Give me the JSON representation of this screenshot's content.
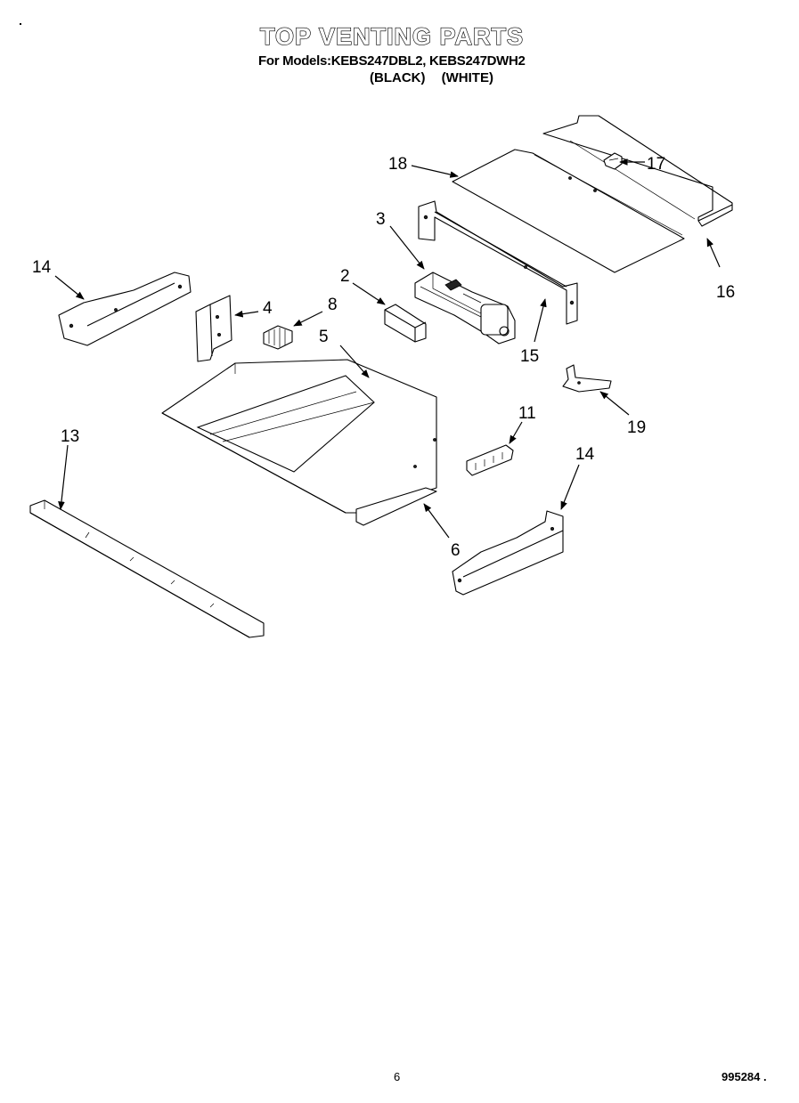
{
  "header": {
    "title": "TOP VENTING PARTS",
    "models_line": "For Models:KEBS247DBL2, KEBS247DWH2",
    "color_black": "(BLACK)",
    "color_white": "(WHITE)"
  },
  "footer": {
    "page_number": "6",
    "document_number": "995284 ."
  },
  "callouts": {
    "c2": "2",
    "c3": "3",
    "c4": "4",
    "c5": "5",
    "c6": "6",
    "c8": "8",
    "c11": "11",
    "c13": "13",
    "c14a": "14",
    "c14b": "14",
    "c15": "15",
    "c16": "16",
    "c17": "17",
    "c18": "18",
    "c19": "19"
  }
}
